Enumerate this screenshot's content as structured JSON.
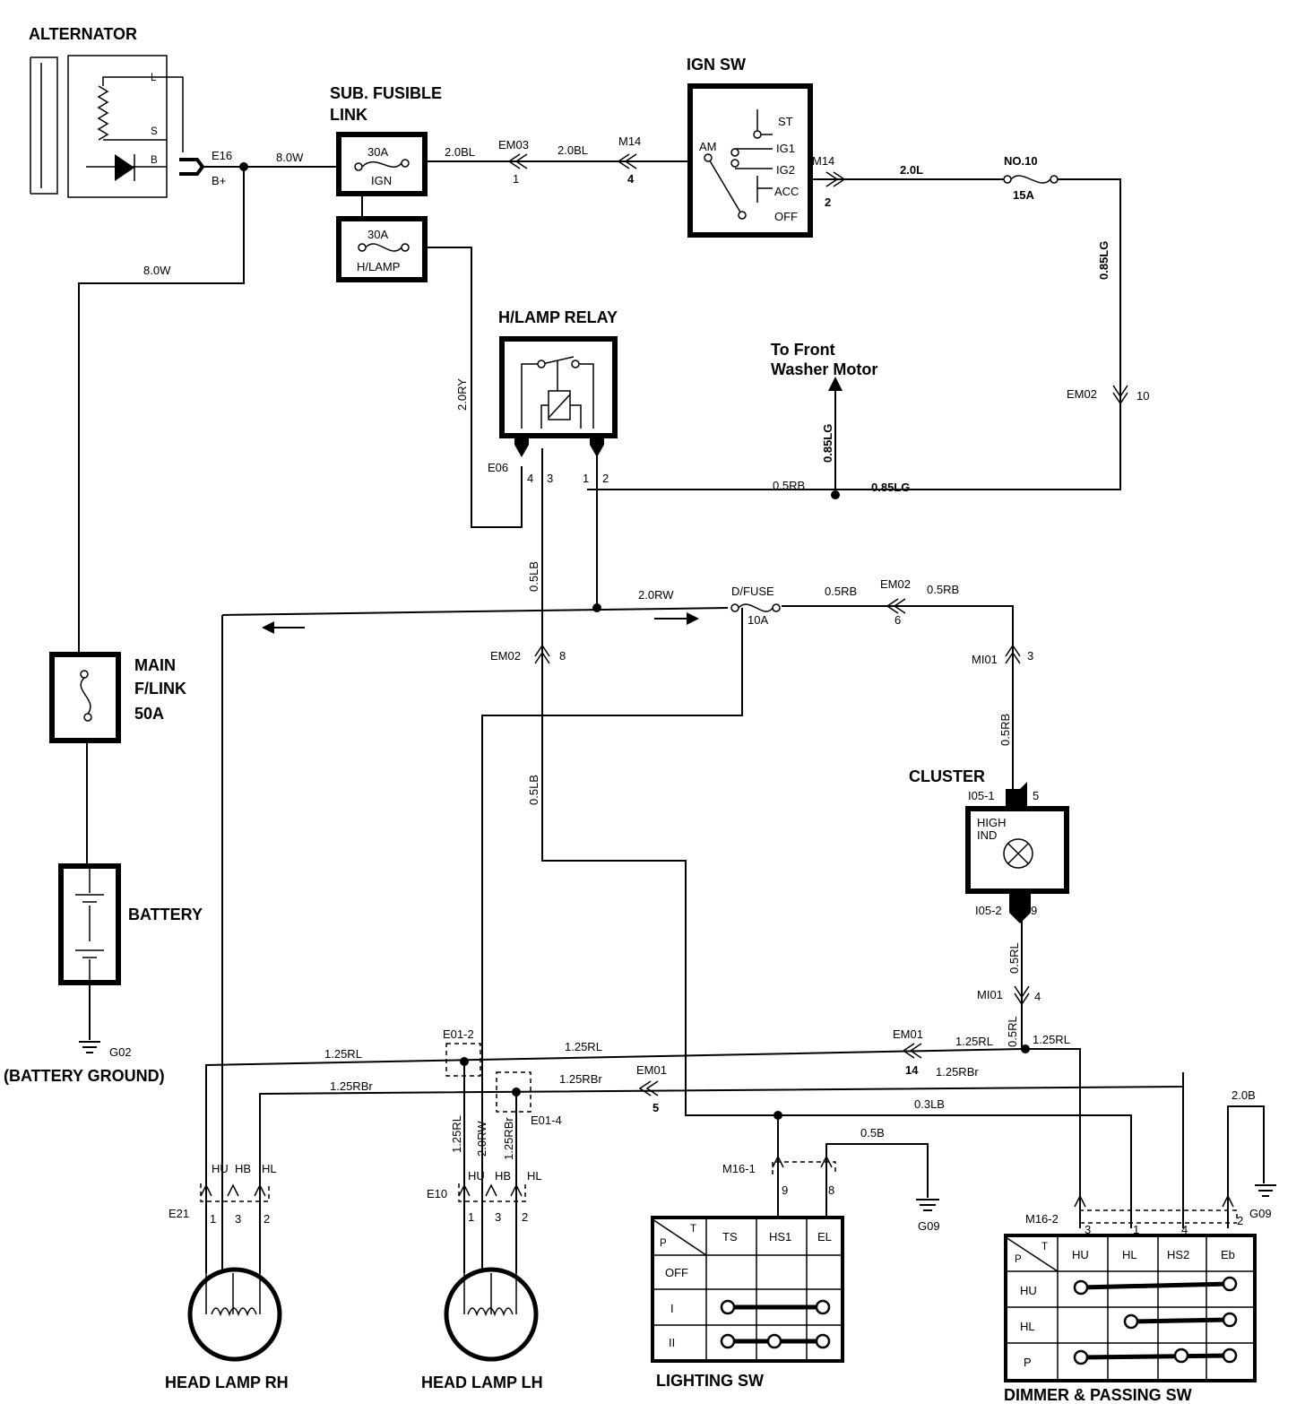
{
  "components": {
    "alternator": {
      "title": "ALTERNATOR",
      "t_l": "L",
      "t_s": "S",
      "t_b": "B",
      "conn": "E16",
      "bplus": "B+"
    },
    "sub_fusible_link": {
      "title1": "SUB. FUSIBLE",
      "title2": "LINK",
      "ign_rating": "30A",
      "ign_name": "IGN",
      "hlamp_rating": "30A",
      "hlamp_name": "H/LAMP"
    },
    "ign_sw": {
      "title": "IGN SW",
      "am": "AM",
      "st": "ST",
      "ig1": "IG1",
      "ig2": "IG2",
      "acc": "ACC",
      "off": "OFF"
    },
    "fuse_no10": {
      "name": "NO.10",
      "rating": "15A"
    },
    "hlamp_relay": {
      "title": "H/LAMP RELAY",
      "conn": "E06",
      "p4": "4",
      "p3": "3",
      "p1": "1",
      "p2": "2"
    },
    "front_washer": {
      "line1": "To Front",
      "line2": "Washer Motor"
    },
    "main_flink": {
      "line1": "MAIN",
      "line2": "F/LINK",
      "line3": "50A"
    },
    "battery": {
      "title": "BATTERY",
      "ground": "G02",
      "ground_label": "(BATTERY GROUND)"
    },
    "dfuse": {
      "name": "D/FUSE",
      "rating": "10A"
    },
    "cluster": {
      "title": "CLUSTER",
      "lamp1": "HIGH",
      "lamp2": "IND",
      "top_conn": "I05-1",
      "top_pin": "5",
      "bot_conn": "I05-2",
      "bot_pin": "9"
    },
    "head_lamp_rh": {
      "title": "HEAD LAMP RH",
      "conn": "E21",
      "hu": "HU",
      "hb": "HB",
      "hl": "HL",
      "p1": "1",
      "p3": "3",
      "p2": "2"
    },
    "head_lamp_lh": {
      "title": "HEAD LAMP LH",
      "conn": "E10",
      "hu": "HU",
      "hb": "HB",
      "hl": "HL",
      "p1": "1",
      "p3": "3",
      "p2": "2"
    },
    "lighting_sw": {
      "title": "LIGHTING SW",
      "conn": "M16-1",
      "pin9": "9",
      "pin8": "8",
      "ground": "G09",
      "corner_p": "P",
      "corner_t": "T",
      "headers": [
        "TS",
        "HS1",
        "EL"
      ],
      "rows": [
        "OFF",
        "I",
        "II"
      ]
    },
    "dimmer_sw": {
      "title": "DIMMER & PASSING SW",
      "conn": "M16-2",
      "ground": "G09",
      "pin3": "3",
      "pin1": "1",
      "pin4": "4",
      "pin2": "2",
      "corner_p": "P",
      "corner_t": "T",
      "headers": [
        "HU",
        "HL",
        "HS2",
        "Eb"
      ],
      "rows": [
        "HU",
        "HL",
        "P"
      ]
    }
  },
  "connectors": {
    "em03": "EM03",
    "em03_pin": "1",
    "m14a": "M14",
    "m14a_pin": "4",
    "m14b": "M14",
    "m14b_pin": "2",
    "em02_10": "EM02",
    "em02_10_pin": "10",
    "em02_6": "EM02",
    "em02_6_pin": "6",
    "em02_8": "EM02",
    "em02_8_pin": "8",
    "mi01_3": "MI01",
    "mi01_3_pin": "3",
    "mi01_4": "MI01",
    "mi01_4_pin": "4",
    "em01_14": "EM01",
    "em01_14_pin": "14",
    "em01_5": "EM01",
    "em01_5_pin": "5",
    "e01_2": "E01-2",
    "e01_4": "E01-4"
  },
  "wires": {
    "w1": "8.0W",
    "w2": "8.0W",
    "w3": "2.0BL",
    "w4": "2.0BL",
    "w5": "2.0L",
    "w6": "0.85LG",
    "w7": "2.0RY",
    "w8": "0.85LG",
    "w9": "0.5RB",
    "w10": "0.85LG",
    "w11": "0.5LB",
    "w12": "2.0RW",
    "w13": "0.5RB",
    "w14": "0.5RB",
    "w15": "0.5RB",
    "w16": "0.5LB",
    "w17": "0.5RL",
    "w18": "0.5RL",
    "w19": "1.25RL",
    "w20": "1.25RL",
    "w21": "1.25RL",
    "w22": "1.25RL",
    "w23": "1.25RBr",
    "w24": "1.25RBr",
    "w25": "1.25RBr",
    "w26": "0.3LB",
    "w27": "0.5B",
    "w28": "2.0B",
    "w29": "1.25RL",
    "w30": "2.0RW",
    "w31": "1.25RBr"
  }
}
